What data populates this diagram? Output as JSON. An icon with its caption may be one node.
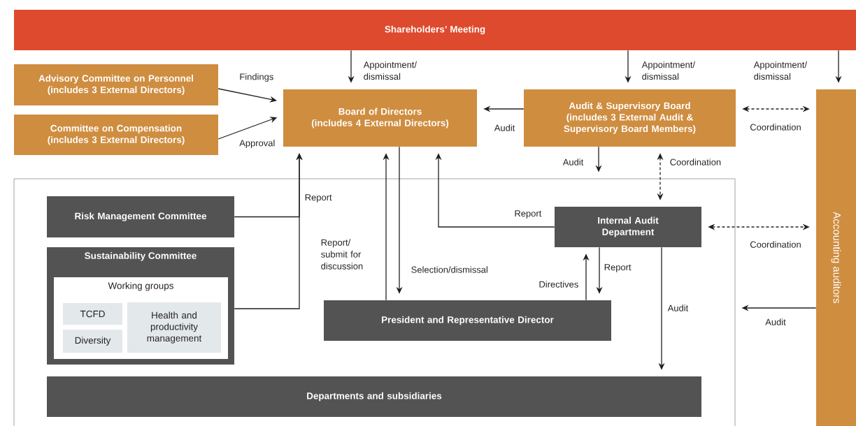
{
  "diagram": {
    "nodes": [
      {
        "text": [
          "Shareholders’ Meeting"
        ]
      },
      {
        "text": [
          "Advisory Committee on Personnel",
          "(includes 3 External Directors)"
        ]
      },
      {
        "text": [
          "Committee on Compensation",
          "(includes 3 External Directors)"
        ]
      },
      {
        "text": [
          "Board of Directors",
          "(includes 4 External Directors)"
        ]
      },
      {
        "text": [
          "Audit & Supervisory Board",
          "(includes 3 External Audit & Supervisory Board Members)"
        ]
      },
      {
        "text": [
          "Accounting auditors"
        ]
      },
      {
        "text": [],
        "shape": "box"
      },
      {
        "text": [
          "Risk Management Committee"
        ],
        "in": 6
      },
      {
        "text": [
          "Sustainability Committee"
        ],
        "in": 6
      },
      {
        "text": [
          "Working groups"
        ],
        "in": 8
      },
      {
        "text": [
          "TCFD"
        ],
        "in": 9
      },
      {
        "text": [
          "Diversity"
        ],
        "in": 9
      },
      {
        "text": [
          "Health and productivity management"
        ],
        "in": 9
      },
      {
        "text": [
          "Internal Audit Department"
        ],
        "in": 6
      },
      {
        "text": [
          "President and Representative Director"
        ],
        "in": 6
      },
      {
        "text": [
          "Departments and subsidiaries"
        ],
        "in": 6
      }
    ],
    "edges": [
      {
        "from": 0,
        "to": 3,
        "arrow": "to",
        "label": "Appointment/ dismissal"
      },
      {
        "from": 0,
        "to": 4,
        "arrow": "to",
        "label": "Appointment/ dismissal"
      },
      {
        "from": 0,
        "to": 5,
        "arrow": "to",
        "label": "Appointment/ dismissal"
      },
      {
        "from": 1,
        "to": 3,
        "arrow": "to",
        "label": "Findings"
      },
      {
        "from": 2,
        "to": 3,
        "arrow": "to",
        "label": "Approval"
      },
      {
        "from": 4,
        "to": 3,
        "arrow": "to",
        "label": "Audit"
      },
      {
        "from": 4,
        "to": 5,
        "arrow": "both",
        "style": "dashed",
        "label": "Coordination"
      },
      {
        "from": 4,
        "to": 6,
        "arrow": "to",
        "label": "Audit"
      },
      {
        "from": 4,
        "to": 13,
        "arrow": "both",
        "style": "dashed",
        "label": "Coordination"
      },
      {
        "from": 7,
        "to": 3,
        "arrow": "to",
        "label": "Report"
      },
      {
        "from": 8,
        "to": 3,
        "arrow": "to"
      },
      {
        "from": 14,
        "to": 3,
        "arrow": "to",
        "label": "Report/ submit for discussion"
      },
      {
        "from": 3,
        "to": 14,
        "arrow": "to",
        "label": "Selection/dismissal"
      },
      {
        "from": 13,
        "to": 3,
        "arrow": "to",
        "label": "Report"
      },
      {
        "from": 14,
        "to": 13,
        "arrow": "to",
        "label": "Directives"
      },
      {
        "from": 13,
        "to": 14,
        "arrow": "to",
        "label": "Report"
      },
      {
        "from": 13,
        "to": 15,
        "arrow": "to",
        "label": "Audit"
      },
      {
        "from": 13,
        "to": 5,
        "arrow": "both",
        "style": "dashed",
        "label": "Coordination"
      },
      {
        "from": 5,
        "to": 6,
        "arrow": "to",
        "label": "Audit"
      }
    ]
  }
}
